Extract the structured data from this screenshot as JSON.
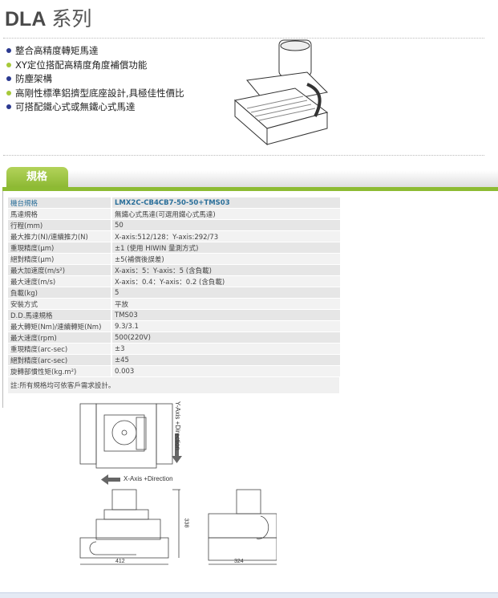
{
  "title": {
    "brand": "DLA",
    "suffix": "系列"
  },
  "features": [
    {
      "text": "整合高精度轉矩馬達",
      "bullet": "#2b3990"
    },
    {
      "text": "XY定位搭配高精度角度補償功能",
      "bullet": "#a6c93a"
    },
    {
      "text": "防塵架構",
      "bullet": "#2b3990"
    },
    {
      "text": "高剛性標準鋁擠型底座設計,具極佳性價比",
      "bullet": "#a6c93a"
    },
    {
      "text": "可搭配鐵心式或無鐵心式馬達",
      "bullet": "#2b3990"
    }
  ],
  "tab": {
    "label": "規格",
    "color": "#8dbb33"
  },
  "specs": {
    "header": [
      "機台規格",
      "LMX2C-CB4CB7-50-50+TMS03"
    ],
    "rows": [
      [
        "馬達規格",
        "無鐵心式馬達(可選用鐵心式馬達)"
      ],
      [
        "行程(mm)",
        "50"
      ],
      [
        "最大推力(N)/連續推力(N)",
        "X-axis:512/128：Y-axis:292/73"
      ],
      [
        "重現精度(μm)",
        "±1 (使用 HIWIN 量測方式)"
      ],
      [
        "絕對精度(μm)",
        "±5(補償後誤差)"
      ],
      [
        "最大加速度(m/s²)",
        "X-axis：5：Y-axis：5 (含負載)"
      ],
      [
        "最大速度(m/s)",
        "X-axis：0.4：Y-axis：0.2 (含負載)"
      ],
      [
        "負載(kg)",
        "5"
      ],
      [
        "安裝方式",
        "平放"
      ],
      [
        "D.D.馬達規格",
        "TMS03"
      ],
      [
        "最大轉矩(Nm)/連續轉矩(Nm)",
        "9.3/3.1"
      ],
      [
        "最大速度(rpm)",
        "500(220V)"
      ],
      [
        "重現精度(arc-sec)",
        "±3"
      ],
      [
        "絕對精度(arc-sec)",
        "±45"
      ],
      [
        "旋轉部慣性矩(kg.m²)",
        "0.003"
      ]
    ],
    "note": "註:所有規格均可依客戶需求設計。"
  },
  "drawing": {
    "y_axis": "Y-Axis +Direction",
    "x_axis": "X-Axis +Direction",
    "height_dim": "338",
    "width_front": "412",
    "width_side": "324"
  }
}
